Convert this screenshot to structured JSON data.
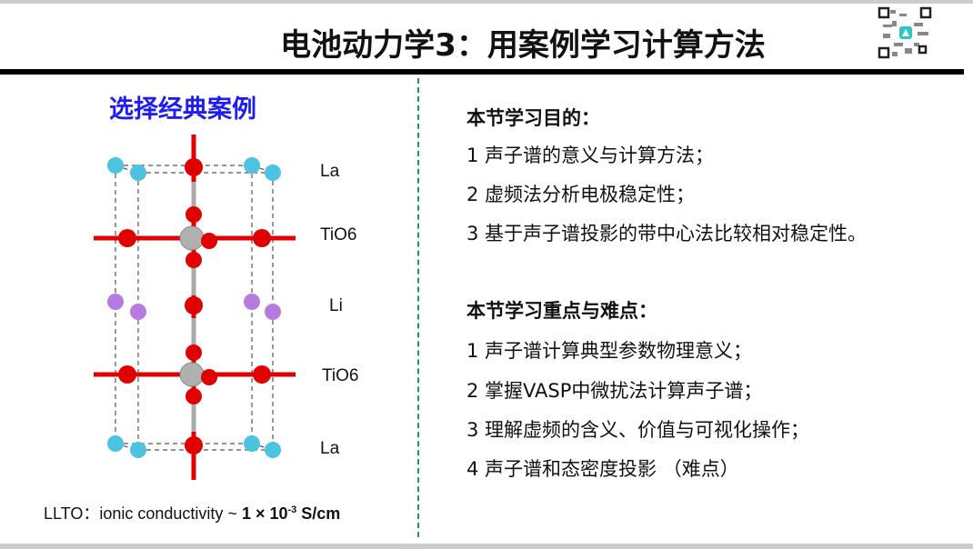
{
  "header": {
    "title": "电池动力学3：用案例学习计算方法"
  },
  "left": {
    "heading": "选择经典案例",
    "layer_labels": [
      "La",
      "TiO6",
      "Li",
      "TiO6",
      "La"
    ],
    "caption": {
      "prefix": "LLTO：ionic conductivity  ~ ",
      "value": "1 × 10",
      "exp": "-3",
      "unit": " S/cm"
    }
  },
  "right": {
    "objectives_title": "本节学习目的：",
    "objectives": [
      "1 声子谱的意义与计算方法；",
      "2 虚频法分析电极稳定性；",
      "3 基于声子谱投影的带中心法比较相对稳定性。"
    ],
    "keypoints_title": "本节学习重点与难点：",
    "keypoints": [
      "1 声子谱计算典型参数物理意义；",
      "2 掌握VASP中微扰法计算声子谱；",
      "3 理解虚频的含义、价值与可视化操作；",
      "4 声子谱和态密度投影 （难点）"
    ]
  },
  "colors": {
    "accent_blue": "#1d1df0",
    "divider_green": "#1a9e4a",
    "oxygen": "#e00000",
    "la": "#4cc3e0",
    "li": "#b77be0",
    "ti": "#b0b0b0"
  }
}
